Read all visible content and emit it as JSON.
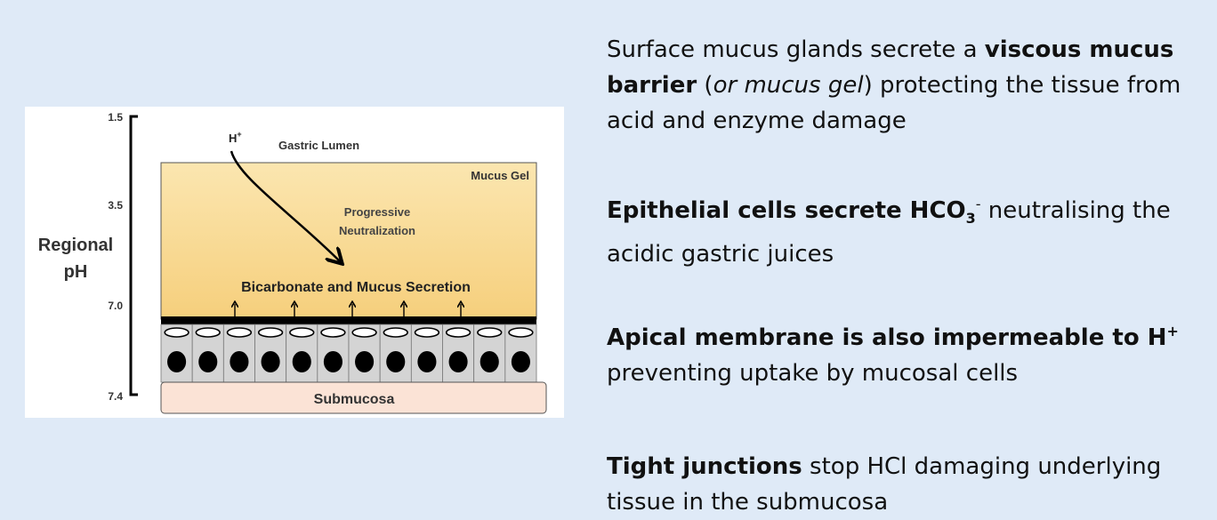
{
  "diagram": {
    "ph_ticks": [
      "1.5",
      "3.5",
      "7.0",
      "7.4"
    ],
    "axis_label_line1": "Regional",
    "axis_label_line2": "pH",
    "h_plus": "H",
    "plus": "+",
    "gastric_lumen": "Gastric Lumen",
    "mucus_gel": "Mucus Gel",
    "progressive": "Progressive",
    "neutralization": "Neutralization",
    "secretion": "Bicarbonate and Mucus Secretion",
    "submucosa": "Submucosa",
    "cell_count": 12,
    "colors": {
      "mucus_top": "#fbe3a8",
      "mucus_bottom": "#f6cf7a",
      "cell": "#d4d4d4",
      "submucosa": "#fbe3d6"
    }
  },
  "points": [
    {
      "pre": "Surface mucus glands secrete a ",
      "bold": "viscous mucus barrier",
      "mid": " (",
      "italic": "or mucus gel",
      "post": ") protecting the tissue from acid and enzyme damage"
    },
    {
      "bold": "Epithelial cells secrete HCO",
      "sub": "3",
      "sup": "-",
      "post": " neutralising the acidic gastric juices"
    },
    {
      "bold": "Apical membrane is also impermeable to H",
      "sup": "+",
      "post": "preventing uptake by mucosal cells"
    },
    {
      "bold": "Tight junctions",
      "post": " stop HCl damaging underlying tissue in the submucosa"
    }
  ]
}
